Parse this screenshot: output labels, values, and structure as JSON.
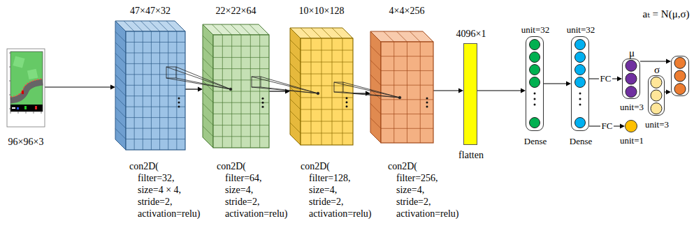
{
  "diagram": {
    "nodes": [
      {
        "text": [
          "96×96×3"
        ]
      },
      {
        "text": [
          "47×47×32",
          "con2D( filter=32, size=4 × 4, stride=2, activation=relu)"
        ]
      },
      {
        "text": [
          "22×22×64",
          "con2D( filter=64, size=4, stride=2, activation=relu)"
        ]
      },
      {
        "text": [
          "10×10×128",
          "con2D( filter=128, size=4, stride=2, activation=relu)"
        ]
      },
      {
        "text": [
          "4×4×256",
          "con2D( filter=256, size=4, stride=2, activation=relu)"
        ]
      },
      {
        "text": [
          "4096×1",
          "flatten"
        ]
      },
      {
        "text": [
          "unit=32",
          "Dense"
        ]
      },
      {
        "text": [
          "unit=32",
          "Dense"
        ]
      },
      {
        "text": [
          "μ",
          "unit=3"
        ]
      },
      {
        "text": [
          "unit=1"
        ]
      },
      {
        "text": [
          "σ",
          "unit=3"
        ]
      },
      {
        "text": [
          "aₜ = N(μ,σ)"
        ]
      }
    ],
    "edges": [
      {
        "from": 0,
        "to": 1,
        "arrow": "to"
      },
      {
        "from": 1,
        "to": 2,
        "arrow": "to"
      },
      {
        "from": 2,
        "to": 3,
        "arrow": "to"
      },
      {
        "from": 3,
        "to": 4,
        "arrow": "to"
      },
      {
        "from": 4,
        "to": 5,
        "arrow": "to"
      },
      {
        "from": 5,
        "to": 6,
        "arrow": "to"
      },
      {
        "from": 6,
        "to": 7,
        "arrow": "to"
      },
      {
        "from": 7,
        "to": 8,
        "label": "FC",
        "arrow": "to"
      },
      {
        "from": 7,
        "to": 9,
        "label": "FC",
        "arrow": "to"
      },
      {
        "from": 8,
        "to": 11,
        "arrow": "to"
      },
      {
        "from": 10,
        "to": 11,
        "arrow": "to"
      }
    ]
  }
}
